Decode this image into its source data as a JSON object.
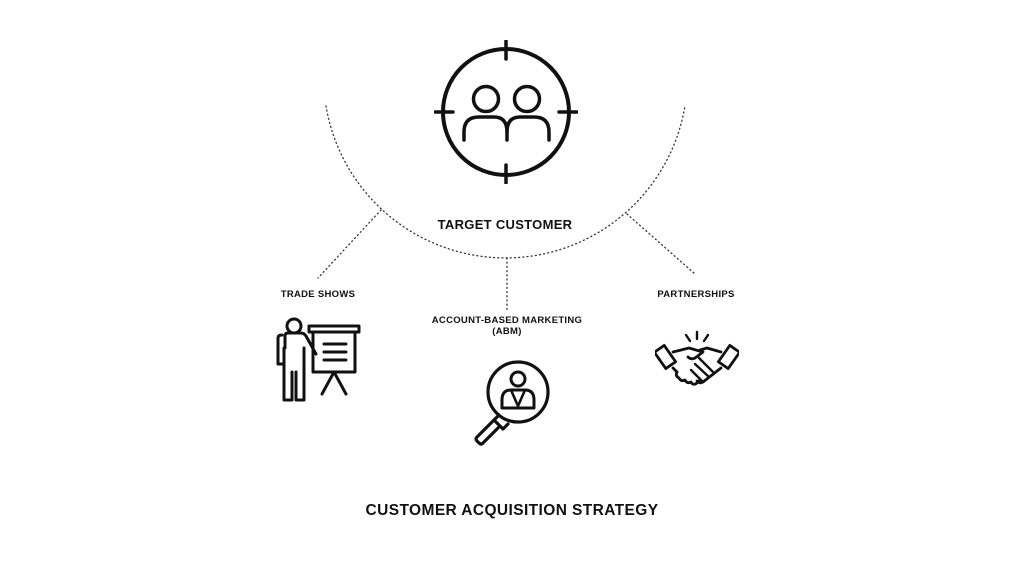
{
  "diagram": {
    "title": "CUSTOMER ACQUISITION STRATEGY",
    "center": {
      "label": "TARGET CUSTOMER",
      "icon": "target-customer-icon"
    },
    "branches": [
      {
        "label": "TRADE SHOWS",
        "icon": "presenter-board-icon"
      },
      {
        "label_line1": "ACCOUNT-BASED MARKETING",
        "label_line2": "(ABM)",
        "icon": "magnifier-person-icon"
      },
      {
        "label": "PARTNERSHIPS",
        "icon": "handshake-icon"
      }
    ],
    "colors": {
      "stroke": "#111111",
      "background": "#ffffff"
    }
  }
}
